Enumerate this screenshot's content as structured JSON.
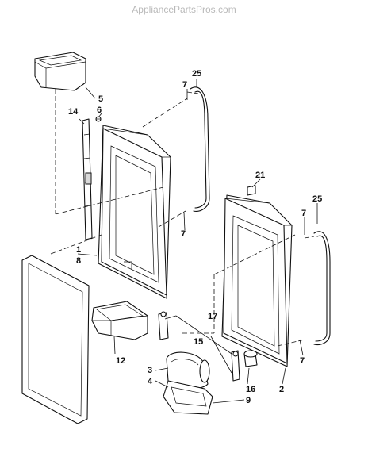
{
  "watermark": "AppliancePartsPros.com",
  "callouts": [
    {
      "id": "c5",
      "label": "5"
    },
    {
      "id": "c6",
      "label": "6"
    },
    {
      "id": "c14",
      "label": "14"
    },
    {
      "id": "c7a",
      "label": "7"
    },
    {
      "id": "c25a",
      "label": "25"
    },
    {
      "id": "c7b",
      "label": "7"
    },
    {
      "id": "c21",
      "label": "21"
    },
    {
      "id": "c7c",
      "label": "7"
    },
    {
      "id": "c25b",
      "label": "25"
    },
    {
      "id": "c1",
      "label": "1"
    },
    {
      "id": "c8",
      "label": "8"
    },
    {
      "id": "c17",
      "label": "17"
    },
    {
      "id": "c15",
      "label": "15"
    },
    {
      "id": "c7d",
      "label": "7"
    },
    {
      "id": "c12",
      "label": "12"
    },
    {
      "id": "c3",
      "label": "3"
    },
    {
      "id": "c4",
      "label": "4"
    },
    {
      "id": "c16",
      "label": "16"
    },
    {
      "id": "c2",
      "label": "2"
    },
    {
      "id": "c9",
      "label": "9"
    }
  ]
}
